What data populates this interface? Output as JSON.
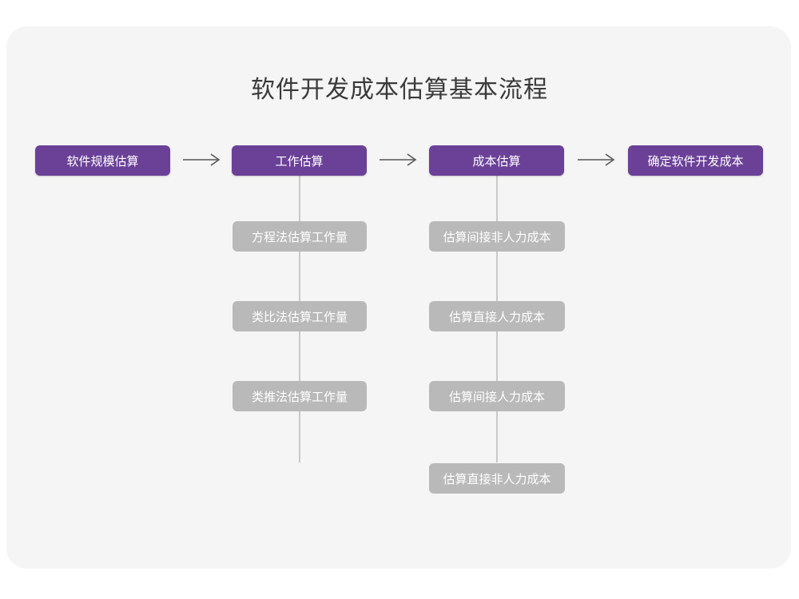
{
  "diagram": {
    "title": "软件开发成本估算基本流程",
    "colors": {
      "card_background": "#f5f5f5",
      "page_background": "#ffffff",
      "primary_node": "#6b4198",
      "sub_node": "#b9b9b9",
      "connector": "#c9c9c9",
      "arrow": "#555555",
      "title_text": "#3a3a3a",
      "node_text": "#ffffff"
    },
    "stages": [
      {
        "id": "stage-1",
        "label": "软件规模估算",
        "sub_steps": []
      },
      {
        "id": "stage-2",
        "label": "工作估算",
        "sub_steps": [
          "方程法估算工作量",
          "类比法估算工作量",
          "类推法估算工作量"
        ]
      },
      {
        "id": "stage-3",
        "label": "成本估算",
        "sub_steps": [
          "估算间接非人力成本",
          "估算直接人力成本",
          "估算间接人力成本",
          "估算直接非人力成本"
        ]
      },
      {
        "id": "stage-4",
        "label": "确定软件开发成本",
        "sub_steps": []
      }
    ],
    "arrows": [
      {
        "id": "arrow-1",
        "glyph": "right-arrow",
        "from": "软件规模估算",
        "to": "工作估算"
      },
      {
        "id": "arrow-2",
        "glyph": "right-arrow",
        "from": "工作估算",
        "to": "成本估算"
      },
      {
        "id": "arrow-3",
        "glyph": "right-arrow",
        "from": "成本估算",
        "to": "确定软件开发成本"
      }
    ]
  }
}
